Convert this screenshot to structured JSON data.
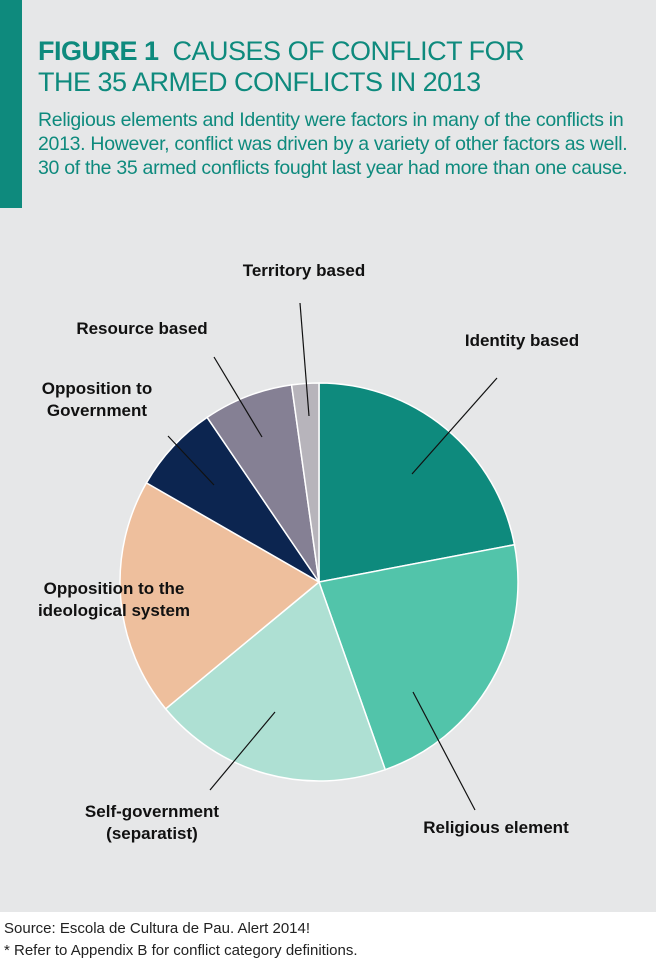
{
  "header": {
    "figure_label": "FIGURE 1",
    "title_line1": "CAUSES OF CONFLICT FOR",
    "title_line2": "THE 35 ARMED CONFLICTS IN 2013",
    "subtitle": "Religious elements and Identity were factors in many of the conflicts in 2013. However, conflict was driven by a variety of other factors as well. 30 of the 35 armed conflicts fought last year had more than one cause."
  },
  "chart_data": {
    "type": "pie",
    "title": "CAUSES OF CONFLICT FOR THE 35 ARMED CONFLICTS IN 2013",
    "slices": [
      {
        "label": "Identity based",
        "value": 22.0,
        "color": "#0e8a7d"
      },
      {
        "label": "Religious element",
        "value": 22.6,
        "color": "#52c4aa"
      },
      {
        "label": "Self-government\n(separatist)",
        "value": 19.4,
        "color": "#aee0d3"
      },
      {
        "label": "Opposition to the\nideological system",
        "value": 19.3,
        "color": "#eebf9d"
      },
      {
        "label": "Opposition to\nGovernment",
        "value": 7.2,
        "color": "#0c2550"
      },
      {
        "label": "Resource based",
        "value": 7.3,
        "color": "#858094"
      },
      {
        "label": "Territory based",
        "value": 2.2,
        "color": "#b7b4bb"
      }
    ],
    "start_angle": "12 o'clock",
    "direction": "clockwise"
  },
  "footer": {
    "source": "Source: Escola de Cultura de Pau. Alert 2014!",
    "note": "* Refer to Appendix B for conflict category definitions."
  }
}
